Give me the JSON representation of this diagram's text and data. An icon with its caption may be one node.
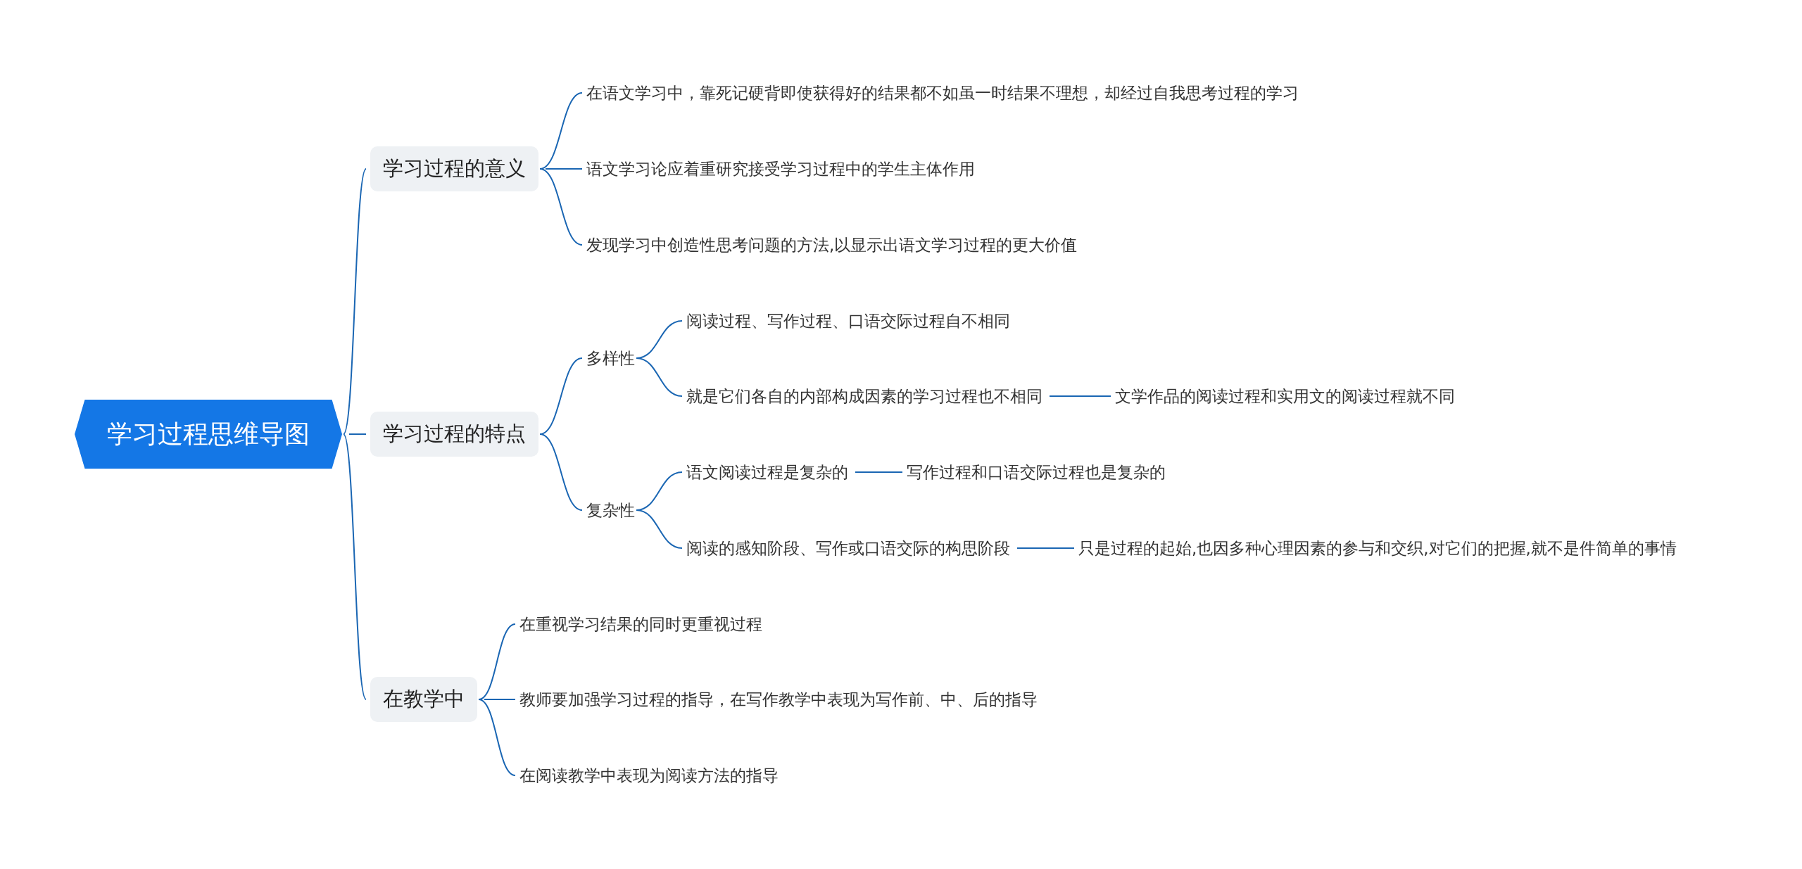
{
  "diagram": {
    "nodes": [
      {
        "text": [
          "学习过程思维导图"
        ]
      },
      {
        "text": [
          "学习过程的意义"
        ]
      },
      {
        "text": [
          "在语文学习中，靠死记硬背即使获得好的结果都不如虽一时结果不理想，却经过自我思考过程的学习"
        ]
      },
      {
        "text": [
          "语文学习论应着重研究接受学习过程中的学生主体作用"
        ]
      },
      {
        "text": [
          "发现学习中创造性思考问题的方法,以显示出语文学习过程的更大价值"
        ]
      },
      {
        "text": [
          "学习过程的特点"
        ]
      },
      {
        "text": [
          "多样性"
        ]
      },
      {
        "text": [
          "阅读过程、写作过程、口语交际过程自不相同"
        ]
      },
      {
        "text": [
          "就是它们各自的内部构成因素的学习过程也不相同"
        ]
      },
      {
        "text": [
          "文学作品的阅读过程和实用文的阅读过程就不同"
        ]
      },
      {
        "text": [
          "复杂性"
        ]
      },
      {
        "text": [
          "语文阅读过程是复杂的"
        ]
      },
      {
        "text": [
          "写作过程和口语交际过程也是复杂的"
        ]
      },
      {
        "text": [
          "阅读的感知阶段、写作或口语交际的构思阶段"
        ]
      },
      {
        "text": [
          "只是过程的起始,也因多种心理因素的参与和交织,对它们的把握,就不是件简单的事情"
        ]
      },
      {
        "text": [
          "在教学中"
        ]
      },
      {
        "text": [
          "在重视学习结果的同时更重视过程"
        ]
      },
      {
        "text": [
          "教师要加强学习过程的指导，在写作教学中表现为写作前、中、后的指导"
        ]
      },
      {
        "text": [
          "在阅读教学中表现为阅读方法的指导"
        ]
      }
    ],
    "edges": [
      {
        "from": 0,
        "to": 1,
        "arrow": "none"
      },
      {
        "from": 1,
        "to": 2,
        "arrow": "none"
      },
      {
        "from": 1,
        "to": 3,
        "arrow": "none"
      },
      {
        "from": 1,
        "to": 4,
        "arrow": "none"
      },
      {
        "from": 0,
        "to": 5,
        "arrow": "none"
      },
      {
        "from": 5,
        "to": 6,
        "arrow": "none"
      },
      {
        "from": 6,
        "to": 7,
        "arrow": "none"
      },
      {
        "from": 6,
        "to": 8,
        "arrow": "none"
      },
      {
        "from": 8,
        "to": 9,
        "arrow": "none"
      },
      {
        "from": 5,
        "to": 10,
        "arrow": "none"
      },
      {
        "from": 10,
        "to": 11,
        "arrow": "none"
      },
      {
        "from": 11,
        "to": 12,
        "arrow": "none"
      },
      {
        "from": 10,
        "to": 13,
        "arrow": "none"
      },
      {
        "from": 13,
        "to": 14,
        "arrow": "none"
      },
      {
        "from": 0,
        "to": 15,
        "arrow": "none"
      },
      {
        "from": 15,
        "to": 16,
        "arrow": "none"
      },
      {
        "from": 15,
        "to": 17,
        "arrow": "none"
      },
      {
        "from": 15,
        "to": 18,
        "arrow": "none"
      }
    ]
  }
}
